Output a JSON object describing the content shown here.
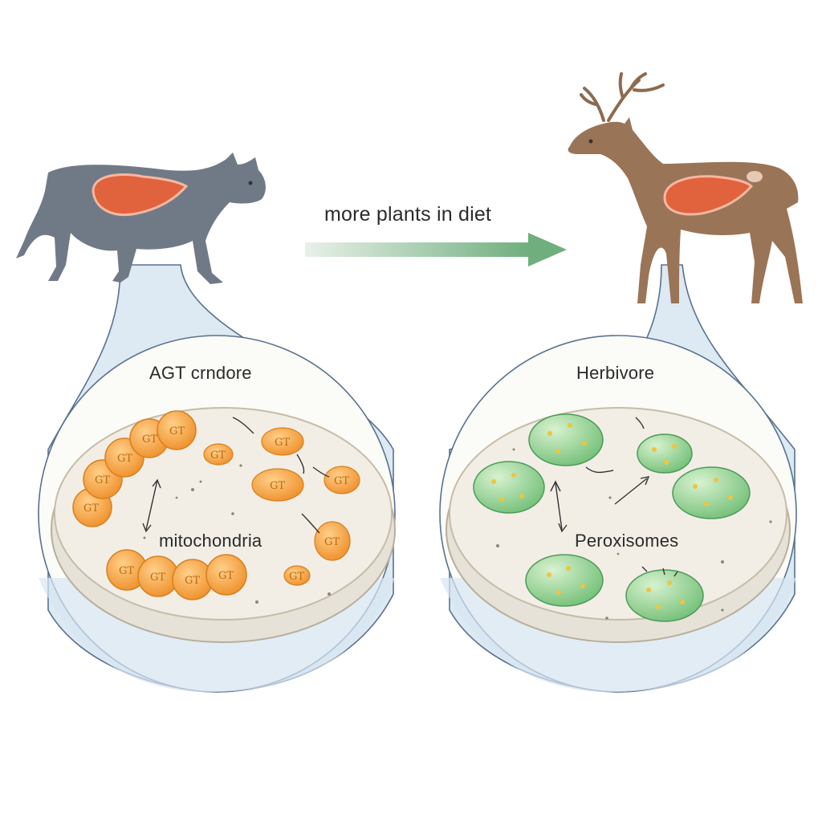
{
  "diagram": {
    "arrow_label": "more plants in diet",
    "left_panel": {
      "title": "AGT crndore",
      "organelle_label": "mitochondria",
      "organelle_tag": "GT"
    },
    "right_panel": {
      "title": "Herbivore",
      "organelle_label": "Peroxisomes"
    }
  },
  "icons": {
    "left_animal": "cat-icon",
    "right_animal": "deer-icon",
    "transition_arrow": "arrow-right-icon"
  },
  "colors": {
    "cat_body": "#707a86",
    "deer_body": "#9a7457",
    "liver": "#e0633e",
    "mitochondria": "#f3a23f",
    "peroxisome": "#8ecf8a",
    "arrow": "#7eb58a",
    "bubble_fill": "#dde9f3"
  }
}
